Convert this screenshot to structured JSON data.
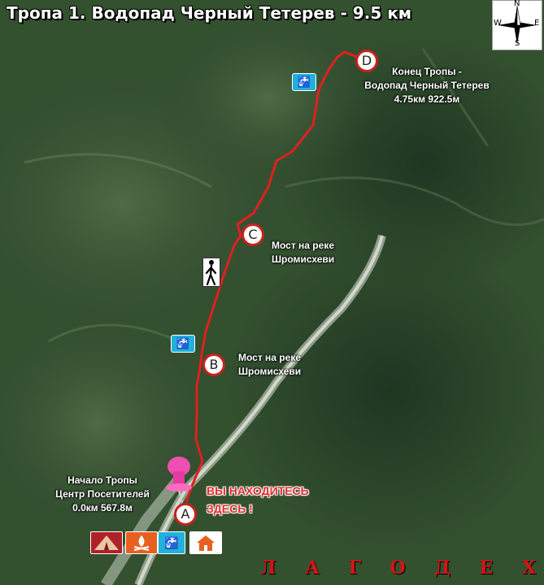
{
  "title": "Тропа 1. Водопад Черный Тетерев - 9.5 км",
  "markers": [
    {
      "id": "A",
      "label": "A"
    },
    {
      "id": "B",
      "label": "B"
    },
    {
      "id": "C",
      "label": "C"
    },
    {
      "id": "D",
      "label": "D"
    }
  ],
  "labels": {
    "start": [
      "Начало Тропы",
      "Центр Посетителей",
      "0.0км   567.8м"
    ],
    "b": [
      "Мост на реке",
      "Шромисхеви"
    ],
    "c": [
      "Мост на реке",
      "Шромисхеви"
    ],
    "end": [
      "Конец Тропы -",
      "Водопад  Черный  Тетерев",
      "4.75км   922.5м"
    ]
  },
  "you_are_here": [
    "ВЫ НАХОДИТЕСЬ",
    "ЗДЕСЬ !"
  ],
  "compass": {
    "n": "N",
    "s": "S",
    "e": "E",
    "w": "W"
  },
  "region_name": "Л А Г О Д Е Х И",
  "icons": [
    "water-source-icon",
    "hiker-icon",
    "location-pin-icon",
    "tent-icon",
    "campfire-icon",
    "house-icon",
    "compass-rose-icon"
  ],
  "colors": {
    "trail": "#e02020",
    "marker_border": "#c8221d",
    "water": "#22b0dc",
    "region_text": "#d81414",
    "here_text": "#e62b2b"
  }
}
